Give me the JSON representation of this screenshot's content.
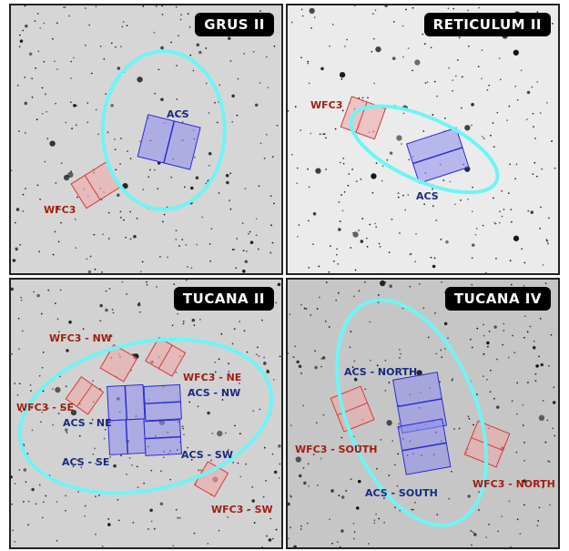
{
  "panels": {
    "grus2": {
      "title": "GRUS II",
      "labels": {
        "acs": "ACS",
        "wfc3": "WFC3"
      }
    },
    "ret2": {
      "title": "RETICULUM II",
      "labels": {
        "acs": "ACS",
        "wfc3": "WFC3"
      }
    },
    "tuc2": {
      "title": "TUCANA II",
      "labels": {
        "wfc3_nw": "WFC3 - NW",
        "wfc3_ne": "WFC3 - NE",
        "wfc3_se": "WFC3 - SE",
        "wfc3_sw": "WFC3 - SW",
        "acs_nw": "ACS - NW",
        "acs_ne": "ACS - NE",
        "acs_se": "ACS - SE",
        "acs_sw": "ACS - SW"
      }
    },
    "tuc4": {
      "title": "TUCANA IV",
      "labels": {
        "acs_north": "ACS - NORTH",
        "acs_south": "ACS - SOUTH",
        "wfc3_south": "WFC3 - SOUTH",
        "wfc3_north": "WFC3 - NORTH"
      }
    }
  },
  "colors": {
    "ellipse": "#6ef5f5",
    "acs_fill": "#8c8cf0",
    "acs_stroke": "#2a2ad0",
    "wfc3_fill": "#f0a8a8",
    "wfc3_stroke": "#d03a3a"
  }
}
